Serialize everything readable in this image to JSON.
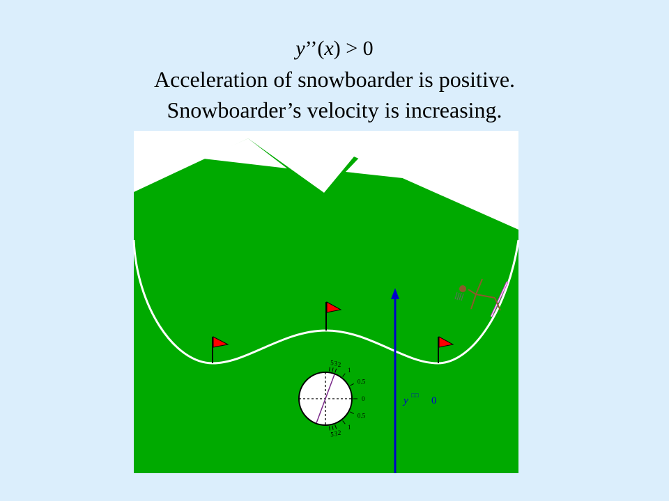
{
  "title": {
    "equation": {
      "y": "y",
      "primes": "’’(",
      "x": "x",
      "rest": ") > 0"
    },
    "line2": "Acceleration of snowboarder is positive.",
    "line3": "Snowboarder’s velocity is increasing."
  },
  "dial": {
    "ticks_upper": [
      "5",
      "3",
      "2",
      "1",
      "0.5"
    ],
    "tick_zero": "0",
    "ticks_lower": [
      "0.5",
      "1",
      "2",
      "3",
      "5"
    ]
  },
  "arrow_label": {
    "y": "y",
    "boxes": "□□",
    "value": "0"
  },
  "colors": {
    "background": "#dbeefc",
    "mountain": "#00aa00",
    "snow": "#ffffff",
    "flag": "#ff0000",
    "arrow": "#0000cc",
    "board": "#cc33cc",
    "snowboarder": "#8b5a2b"
  },
  "icons": [
    "flag-icon",
    "snowboarder-icon",
    "dial-icon",
    "arrow-up-icon"
  ]
}
